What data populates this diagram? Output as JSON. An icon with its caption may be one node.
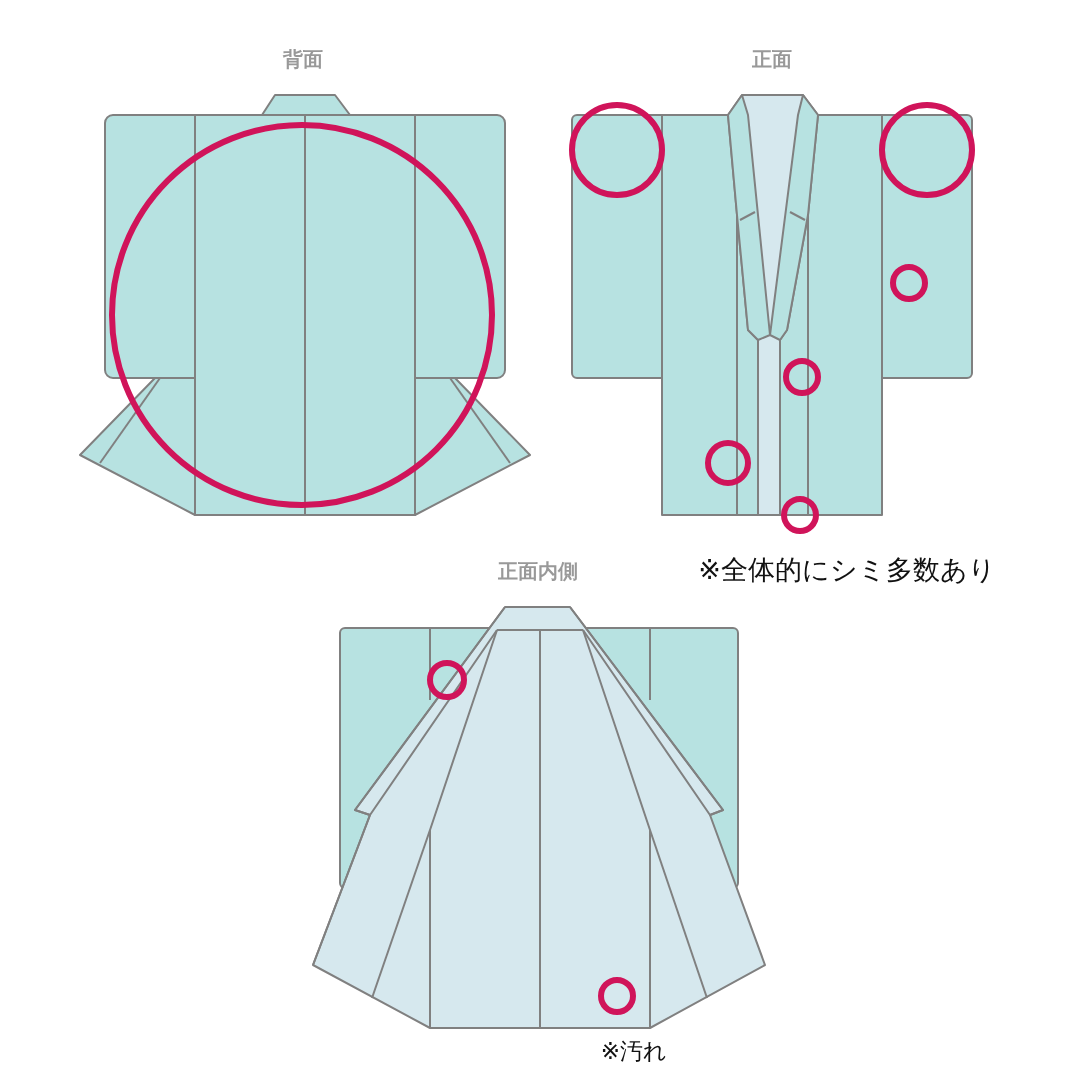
{
  "diagram": {
    "nodes": [
      {
        "text": [],
        "shape": "circle"
      },
      {
        "text": [],
        "shape": "circle"
      },
      {
        "text": [],
        "shape": "circle"
      },
      {
        "text": [],
        "shape": "circle"
      },
      {
        "text": [],
        "shape": "circle"
      },
      {
        "text": [],
        "shape": "circle"
      },
      {
        "text": [],
        "shape": "circle"
      },
      {
        "text": [],
        "shape": "circle"
      },
      {
        "text": [],
        "shape": "circle"
      }
    ],
    "labels": [
      "背面",
      "正面",
      "正面内側",
      "※全体的にシミ多数あり",
      "※汚れ"
    ]
  }
}
